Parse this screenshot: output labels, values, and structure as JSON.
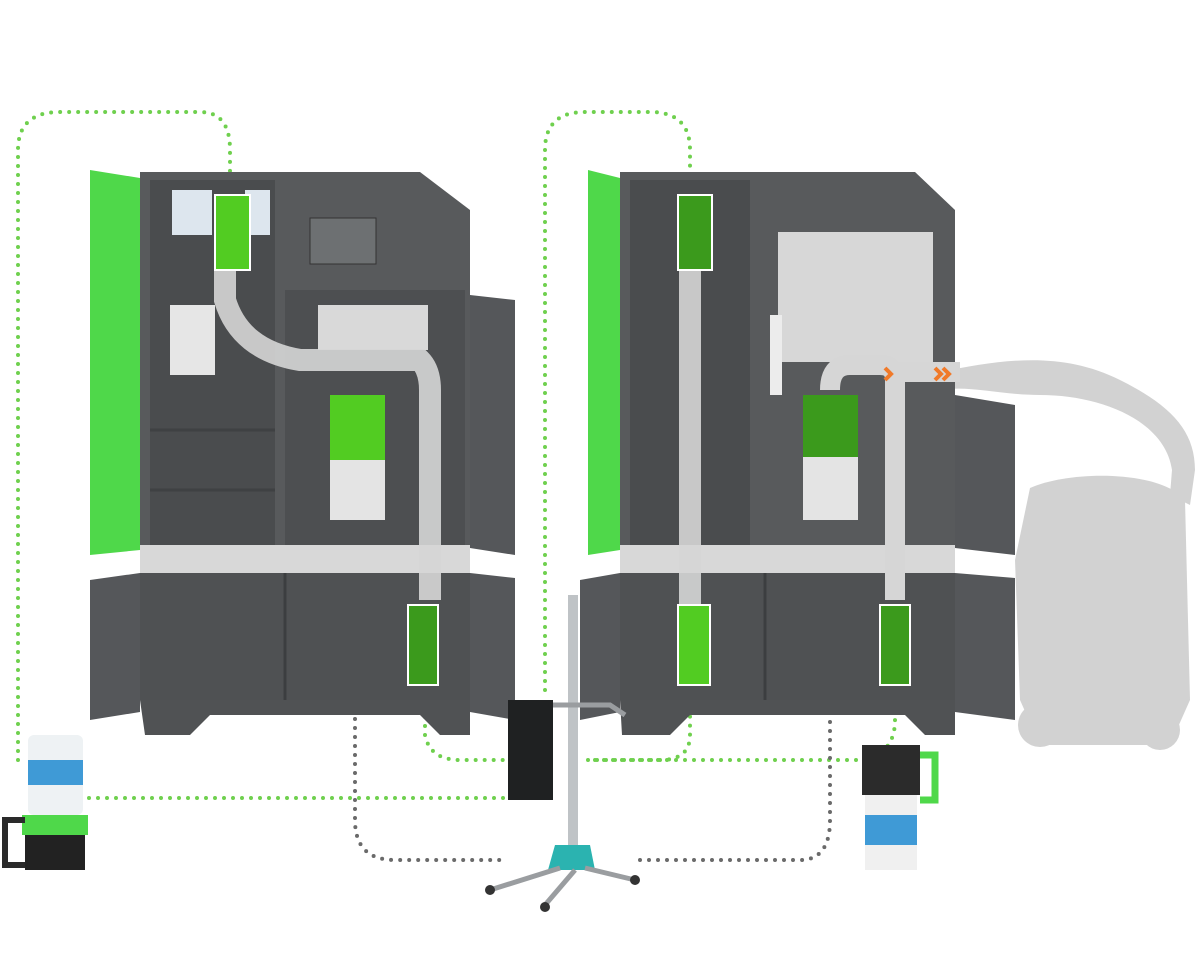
{
  "colors": {
    "machine_body": "#555759",
    "machine_dark": "#3f4143",
    "door_green": "#4fd84a",
    "bin_green": "#52cc22",
    "bin_dark_green": "#3b9a1c",
    "pipe": "#dcdcdc",
    "silver_band": "#d8d8d8",
    "dotted_green": "#6fd04e",
    "dotted_grey": "#6a6a6a",
    "vacuum": "#cfcfcf",
    "chevron_orange": "#f07a2a",
    "trolley_teal": "#2bb3b0"
  },
  "scene": {
    "machines": [
      "left-station",
      "right-station"
    ],
    "containers": [
      "left-container",
      "right-container"
    ]
  }
}
